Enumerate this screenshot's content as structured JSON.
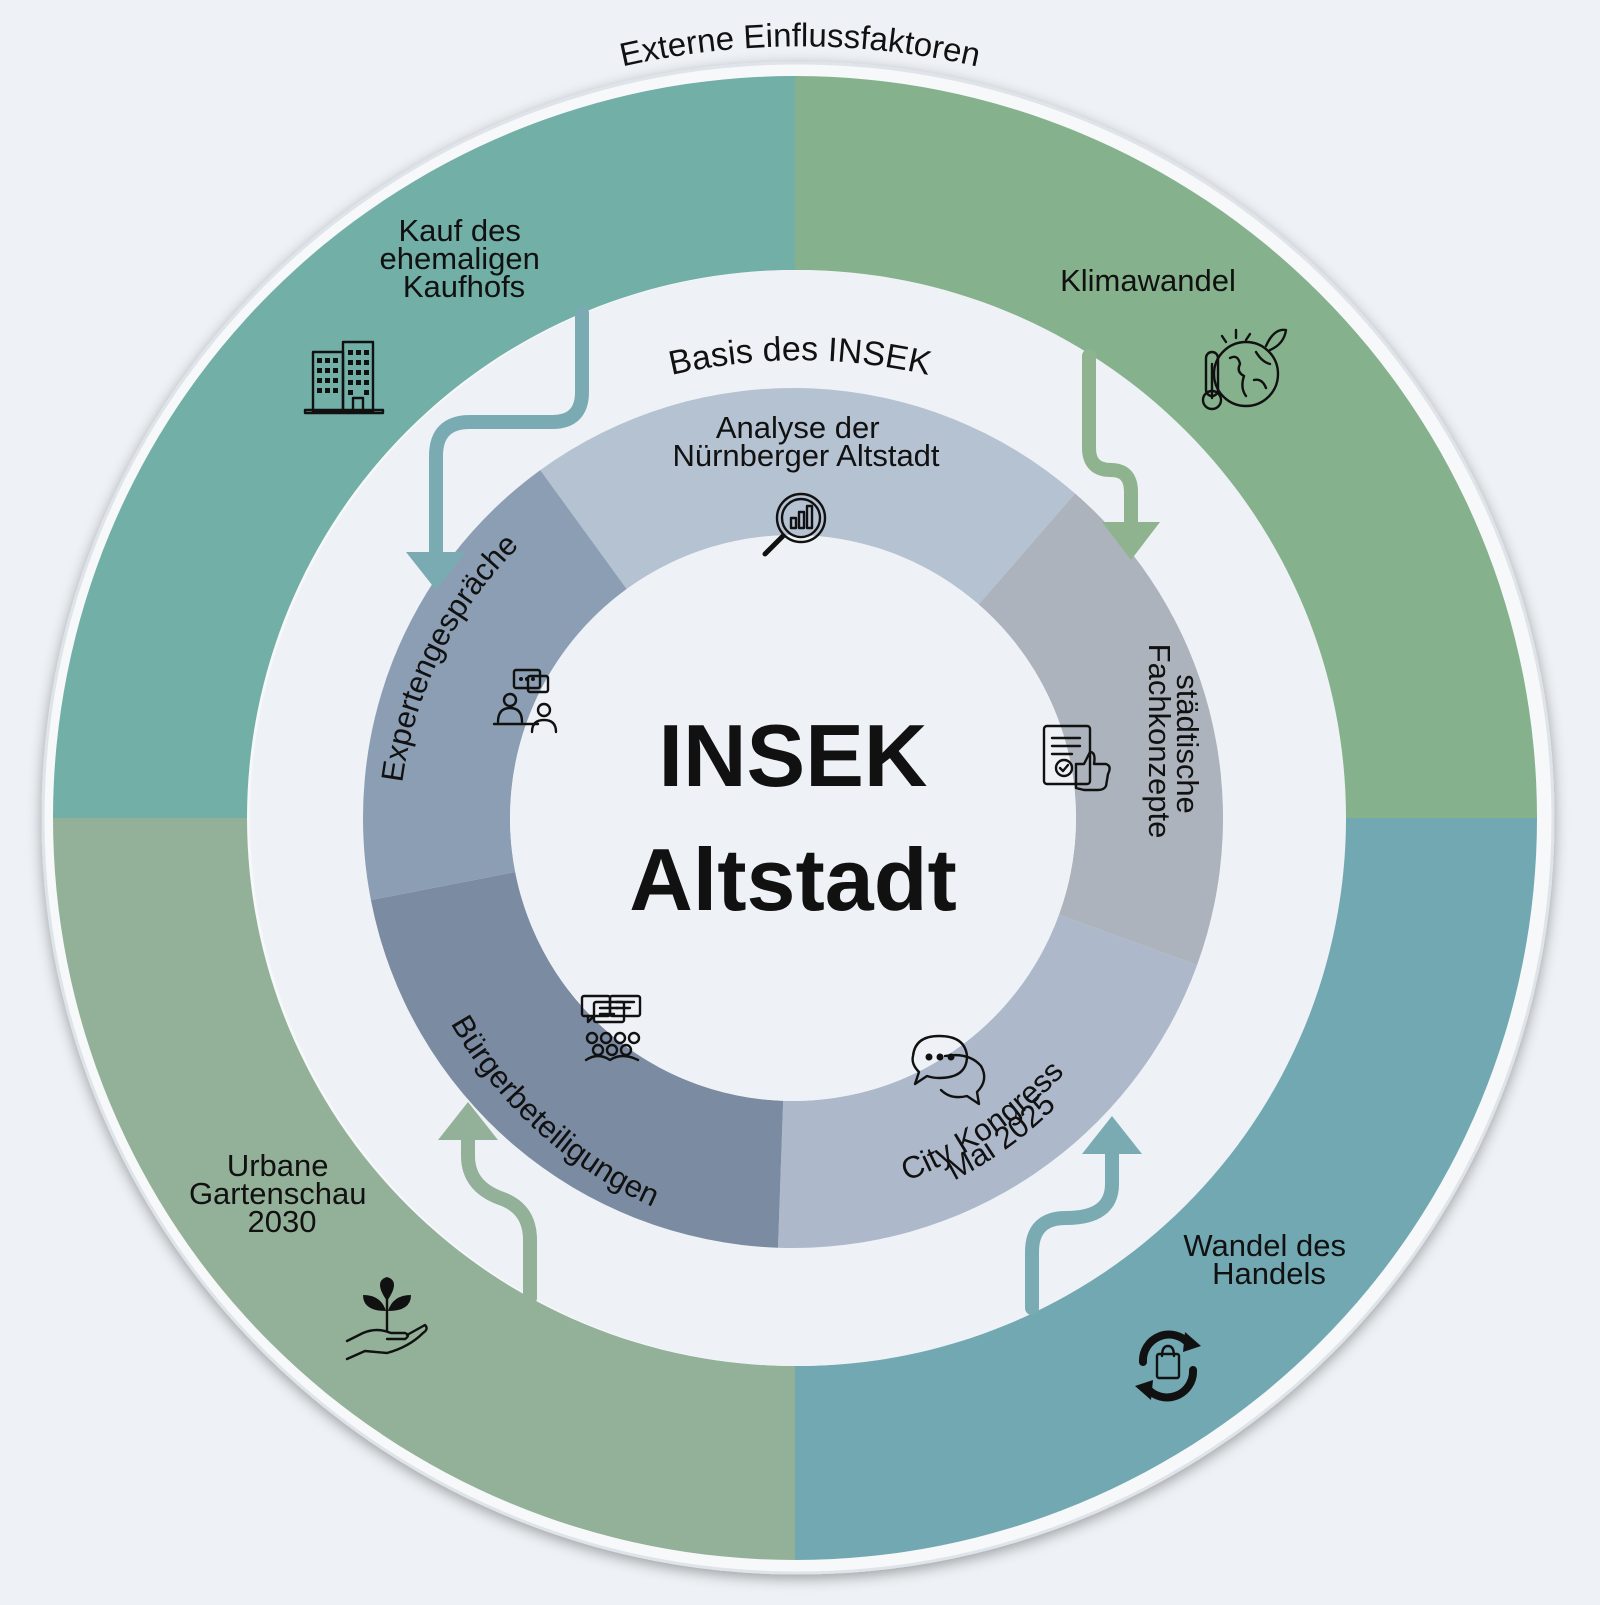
{
  "outer_label": "Externe Einflussfaktoren",
  "inner_label": "Basis des INSEK",
  "center": {
    "line1": "INSEK",
    "line2": "Altstadt"
  },
  "external_factors": [
    {
      "lines": [
        "Kauf des",
        "ehemaligen",
        "Kaufhofs"
      ],
      "icon": "office-building-icon",
      "color": "#72afa7"
    },
    {
      "lines": [
        "Klimawandel"
      ],
      "icon": "globe-thermometer-icon",
      "color": "#85b18c"
    },
    {
      "lines": [
        "Wandel des",
        "Handels"
      ],
      "icon": "shopping-bag-cycle-icon",
      "color": "#72a8b2"
    },
    {
      "lines": [
        "Urbane",
        "Gartenschau",
        "2030"
      ],
      "icon": "plant-in-hand-icon",
      "color": "#93b198"
    }
  ],
  "basis_segments": [
    {
      "lines": [
        "Analyse der",
        "Nürnberger Altstadt"
      ],
      "icon": "magnifier-chart-icon",
      "color": "#b5c2d1"
    },
    {
      "lines": [
        "städtische",
        "Fachkonzepte"
      ],
      "icon": "document-thumbs-up-icon",
      "color": "#acb3bc"
    },
    {
      "lines": [
        "City Kongress",
        "Mai 2025"
      ],
      "icon": "chat-bubbles-icon",
      "color": "#adb9ca"
    },
    {
      "lines": [
        "Bürgerbeteiligungen"
      ],
      "icon": "group-discussion-icon",
      "color": "#7b8ba1"
    },
    {
      "lines": [
        "Expertengespräche"
      ],
      "icon": "expert-meeting-icon",
      "color": "#8c9eb3"
    }
  ]
}
